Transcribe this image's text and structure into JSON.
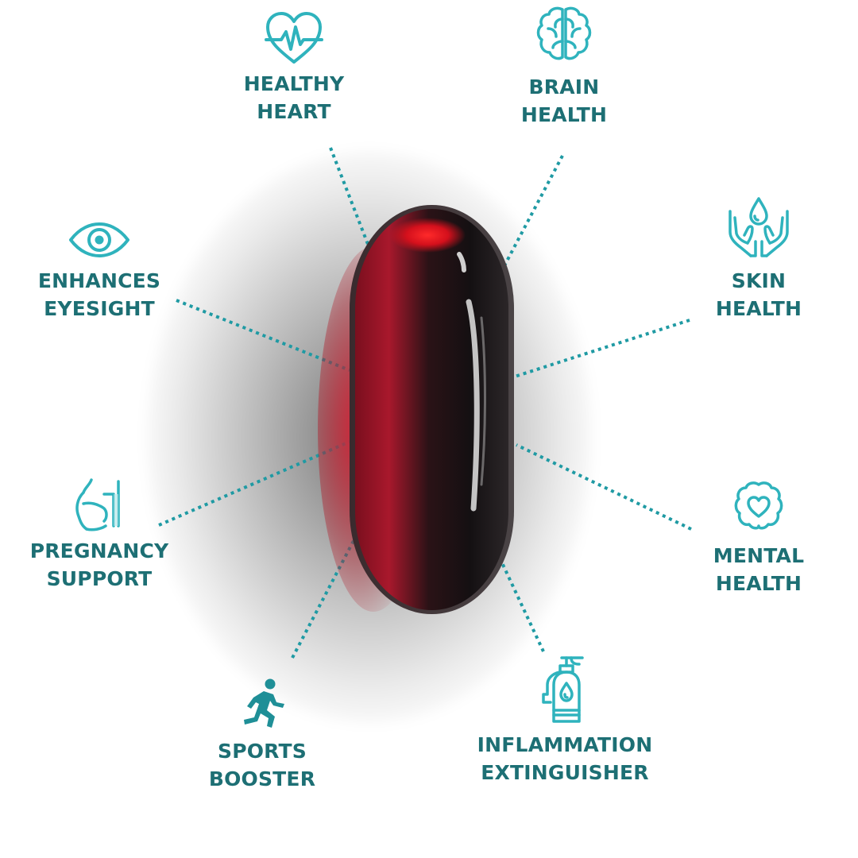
{
  "colors": {
    "label_text": "#1d6f74",
    "icon_stroke": "#2fb3bd",
    "dotted_line": "#1f9aa3",
    "capsule_dark": "#1a1416",
    "capsule_glow": "#c0142a"
  },
  "center_image": {
    "name": "softgel-capsule"
  },
  "benefits": [
    {
      "icon": "heart-pulse-icon",
      "line1": "HEALTHY",
      "line2": "HEART"
    },
    {
      "icon": "brain-icon",
      "line1": "BRAIN",
      "line2": "HEALTH"
    },
    {
      "icon": "eye-icon",
      "line1": "ENHANCES",
      "line2": "EYESIGHT"
    },
    {
      "icon": "hands-droplet-icon",
      "line1": "SKIN",
      "line2": "HEALTH"
    },
    {
      "icon": "pregnant-belly-icon",
      "line1": "PREGNANCY",
      "line2": "SUPPORT"
    },
    {
      "icon": "brain-heart-icon",
      "line1": "MENTAL",
      "line2": "HEALTH"
    },
    {
      "icon": "runner-icon",
      "line1": "SPORTS",
      "line2": "BOOSTER"
    },
    {
      "icon": "fire-extinguisher-icon",
      "line1": "INFLAMMATION",
      "line2": "EXTINGUISHER"
    }
  ]
}
